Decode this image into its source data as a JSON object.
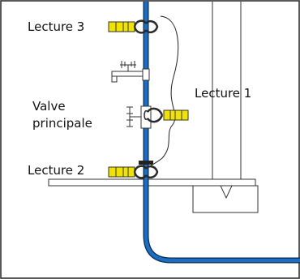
{
  "labels": {
    "lecture_3": "Lecture 3",
    "lecture_1": "Lecture 1",
    "lecture_2": "Lecture 2",
    "valve_line1": "Valve",
    "valve_line2": "principale"
  },
  "colors": {
    "pipe": "#1a6fc4",
    "pipe_outline": "#0b2a4a",
    "sensor": "#f2e200",
    "clamp": "#2a2a2a",
    "structure": "#333333"
  }
}
